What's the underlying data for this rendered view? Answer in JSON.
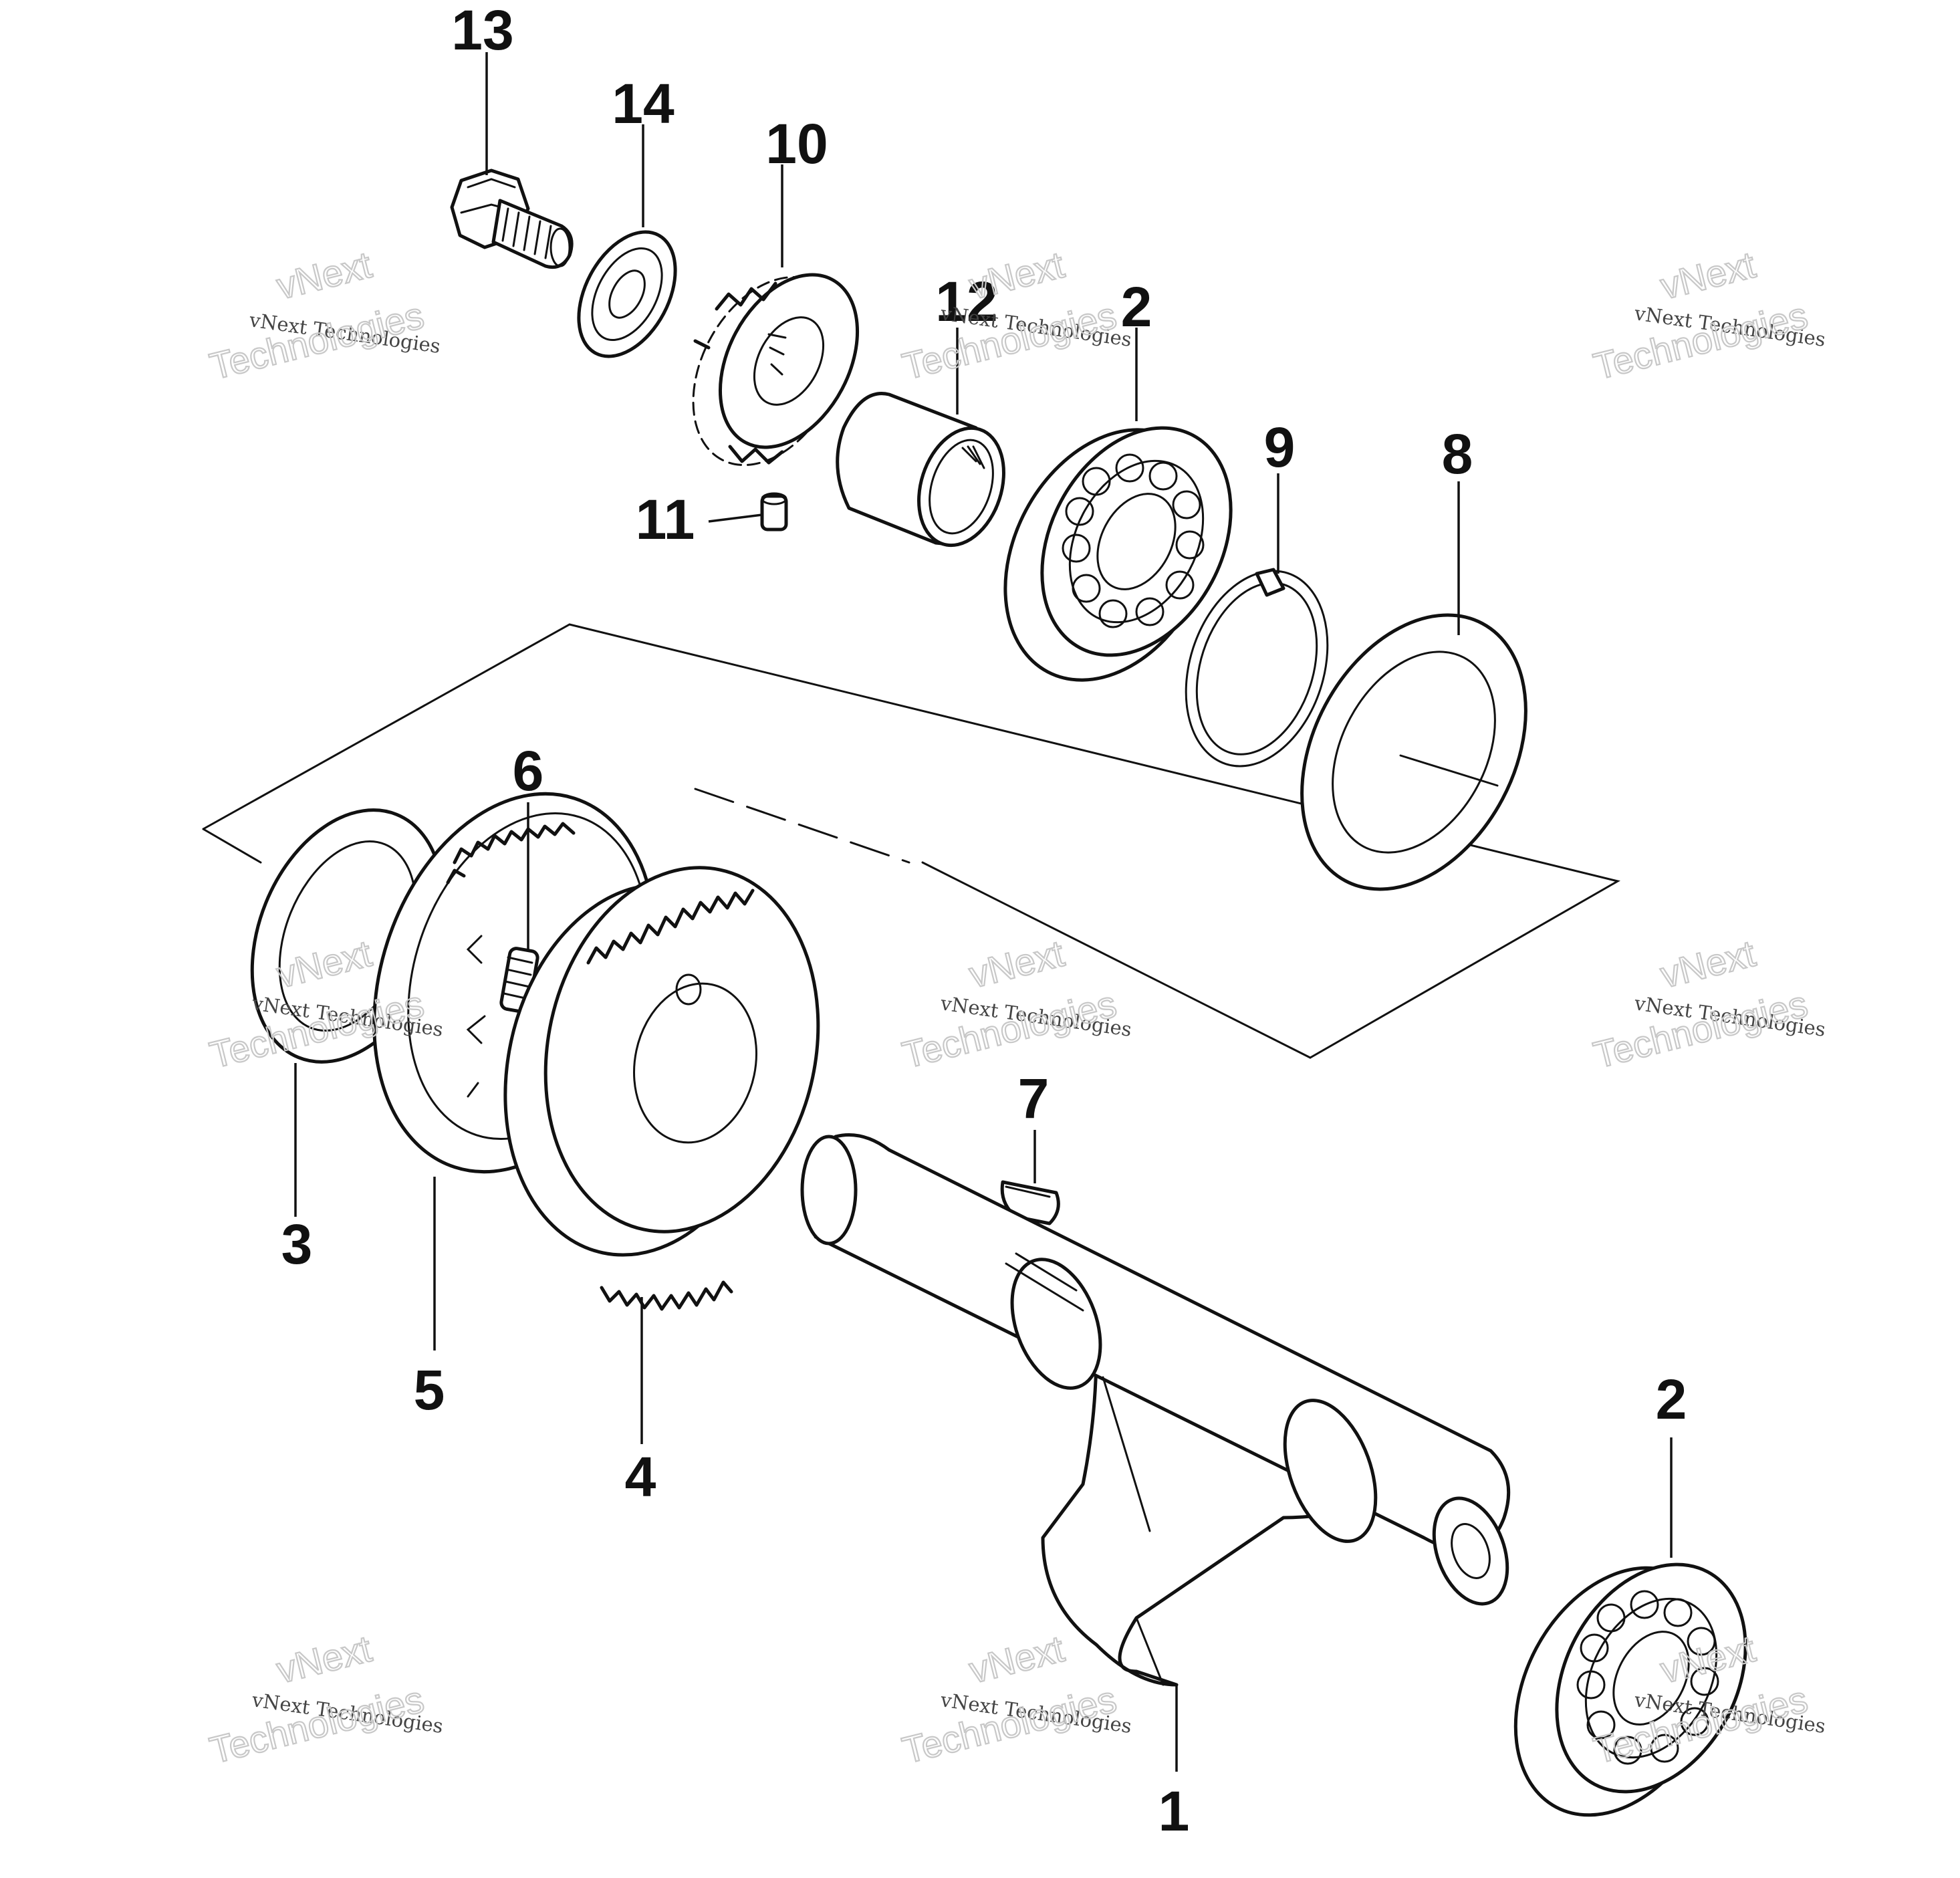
{
  "callouts": {
    "p13": "13",
    "p14": "14",
    "p10": "10",
    "p12": "12",
    "p2_top": "2",
    "p11": "11",
    "p9": "9",
    "p8": "8",
    "p6": "6",
    "p7": "7",
    "p3": "3",
    "p5": "5",
    "p4": "4",
    "p2_bottom": "2",
    "p1": "1"
  },
  "watermark": {
    "line_small": "vNext Technologies",
    "line_brand": "vNext",
    "line_large": "Technologies"
  }
}
